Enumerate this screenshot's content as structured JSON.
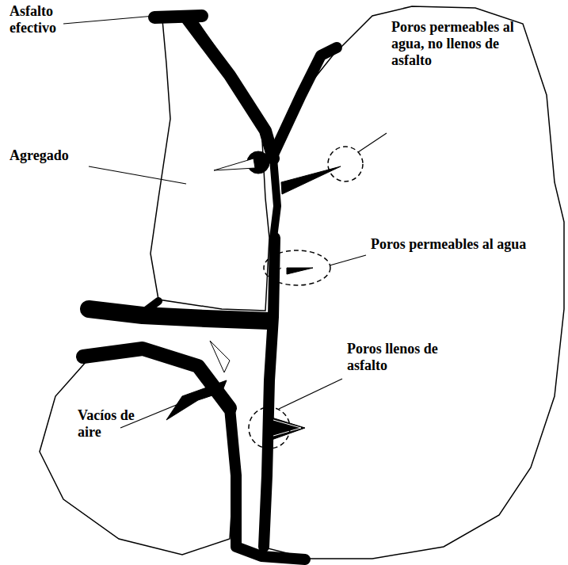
{
  "diagram": {
    "labels": [
      "Asfalto efectivo",
      "Agregado",
      "Poros permeables al agua, no llenos de asfalto",
      "Poros permeables al agua",
      "Poros llenos de asfalto",
      "Vacíos de aire"
    ]
  }
}
